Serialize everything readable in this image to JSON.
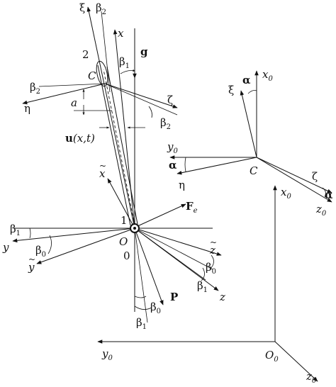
{
  "labels": {
    "xi_top": "ξ",
    "beta2_top": "β",
    "beta2_top_sub": "2",
    "x_axis": "x",
    "g": "g",
    "beta1_top": "β",
    "beta1_top_sub": "1",
    "point2": "2",
    "C_left": "C",
    "beta2_left": "β",
    "beta2_left_sub": "2",
    "eta_left": "η",
    "a": "a",
    "zeta_left": "ζ",
    "beta2_mid": "β",
    "beta2_mid_sub": "2",
    "u_label": "u",
    "u_args": "(x,t)",
    "x_tilde": "x",
    "y_axis": "y",
    "beta1_left": "β",
    "beta1_left_sub": "1",
    "beta0_left": "β",
    "beta0_left_sub": "0",
    "y_tilde": "y",
    "point1": "1",
    "O": "O",
    "zero": "0",
    "Fe": "F",
    "Fe_sub": "e",
    "z_tilde": "z",
    "beta0_right": "β",
    "beta0_right_sub": "0",
    "beta1_right": "β",
    "beta1_right_sub": "1",
    "z_axis": "z",
    "P": "P",
    "beta0_bottom": "β",
    "beta0_bottom_sub": "0",
    "beta1_bottom": "β",
    "beta1_bottom_sub": "1",
    "C_xi": "ξ",
    "C_alpha_top": "α",
    "C_x0": "x",
    "C_x0_sub": "0",
    "C_y0": "y",
    "C_y0_sub": "0",
    "C_alpha_left": "α",
    "C_eta": "η",
    "C_center": "C",
    "C_zeta": "ζ",
    "C_alpha_right": "α",
    "C_z0": "z",
    "C_z0_sub": "0",
    "O0_x0": "x",
    "O0_x0_sub": "0",
    "O0_y0": "y",
    "O0_y0_sub": "0",
    "O0": "O",
    "O0_sub": "0",
    "O0_z0": "z",
    "O0_z0_sub": "0"
  }
}
